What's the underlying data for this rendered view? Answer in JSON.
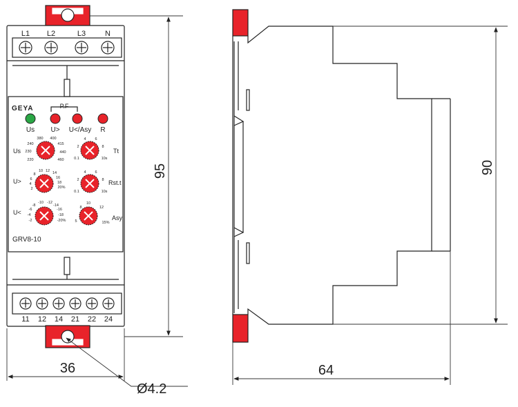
{
  "front": {
    "top_terminals": [
      "L1",
      "L2",
      "L3",
      "N"
    ],
    "bottom_terminals": [
      "11",
      "12",
      "14",
      "21",
      "22",
      "24"
    ],
    "brand": "GEYA",
    "pf_label": "P.F",
    "leds": [
      {
        "label": "Us",
        "color": "#2aa745"
      },
      {
        "label": "U>",
        "color": "#e8232a"
      },
      {
        "label": "U</Asy",
        "color": "#e8232a"
      },
      {
        "label": "R",
        "color": "#e8232a"
      }
    ],
    "knobs": {
      "us": {
        "label": "Us",
        "scale": [
          "380",
          "400",
          "240",
          "415",
          "230",
          "440",
          "220",
          "460"
        ]
      },
      "tt": {
        "label": "Tt",
        "scale": [
          "4",
          "6",
          "2",
          "8",
          "0.1",
          "10s"
        ]
      },
      "u_over": {
        "label": "U>",
        "scale": [
          "10",
          "12",
          "14",
          "8",
          "16",
          "6",
          "18",
          "4",
          "20%",
          "2"
        ]
      },
      "rst": {
        "label": "Rst.t",
        "scale": [
          "4",
          "6",
          "2",
          "8",
          "0.1",
          "10s"
        ]
      },
      "u_under": {
        "label": "U<",
        "scale": [
          "-10",
          "-12",
          "-8",
          "-14",
          "-6",
          "-16",
          "-4",
          "-18",
          "-2",
          "-20%"
        ]
      },
      "asy": {
        "label": "Asy",
        "scale": [
          "10",
          "8",
          "12",
          "5",
          "15%"
        ]
      }
    },
    "model": "GRV8-10"
  },
  "dimensions": {
    "height_front": "95",
    "height_side": "90",
    "width_front": "36",
    "width_side": "64",
    "hole": "Ø4.2"
  },
  "colors": {
    "accent_red": "#e8232a",
    "led_green": "#2aa745",
    "outline": "#222222"
  }
}
